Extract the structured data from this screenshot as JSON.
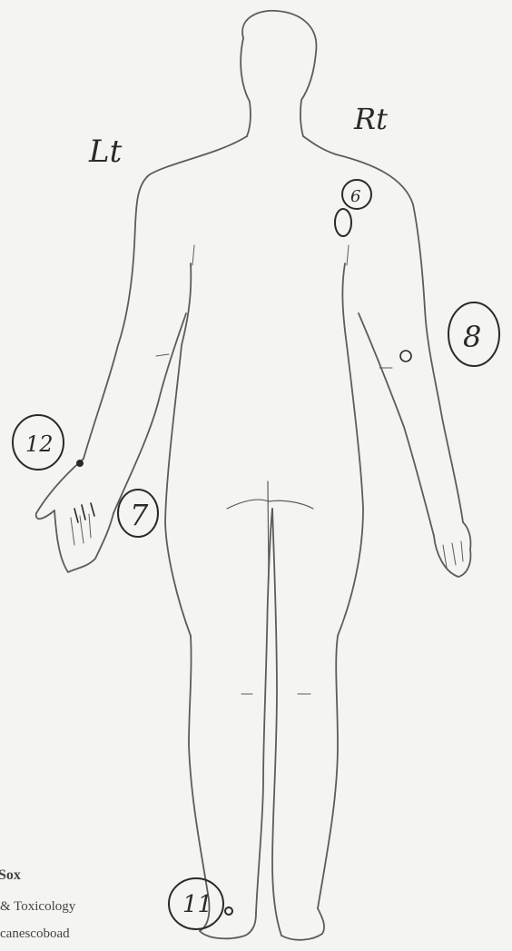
{
  "side_labels": {
    "left": "Lt",
    "right": "Rt"
  },
  "markers": [
    {
      "id": "marker-6",
      "number": "6"
    },
    {
      "id": "marker-8",
      "number": "8"
    },
    {
      "id": "marker-12",
      "number": "12"
    },
    {
      "id": "marker-7",
      "number": "7"
    },
    {
      "id": "marker-11",
      "number": "11"
    }
  ],
  "footer_fragments": [
    "Sox",
    "& Toxicology",
    "canescoboad"
  ],
  "colors": {
    "ink": "#2a2a2a",
    "outline": "#5c5c5c",
    "paper": "#f4f4f2"
  }
}
